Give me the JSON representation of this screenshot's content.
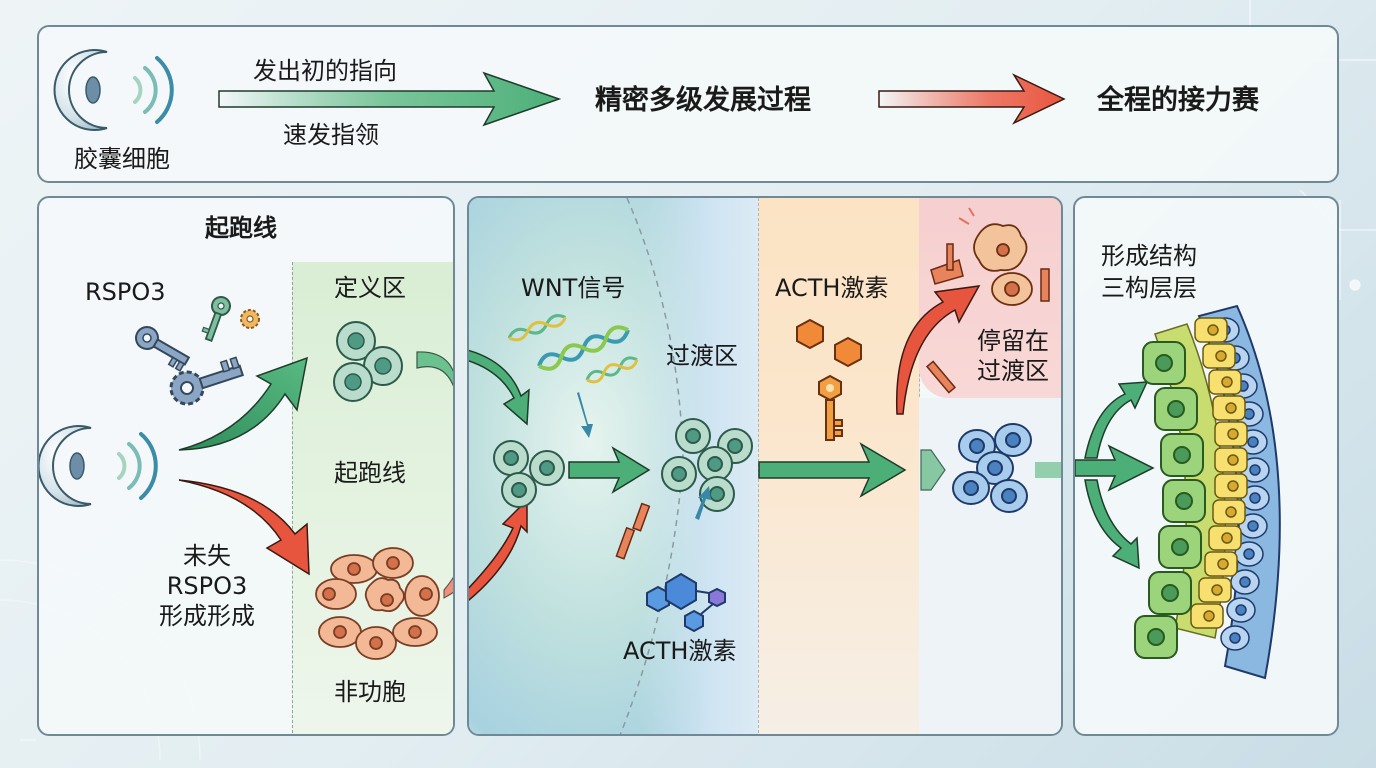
{
  "header": {
    "source_cell_label": "胶囊细胞",
    "arrow1_top_label": "发出初的指向",
    "arrow1_bottom_label": "速发指领",
    "stage2_label": "精密多级发展过程",
    "stage3_label": "全程的接力赛"
  },
  "panel_start": {
    "title": "起跑线",
    "signal_label": "RSPO3",
    "define_zone_label": "定义区",
    "start_line_label": "起跑线",
    "missing_label_line1": "未失",
    "missing_label_line2": "RSPO3",
    "missing_label_line3": "形成形成",
    "nonfunctional_label": "非功胞"
  },
  "panel_transition": {
    "wnt_label": "WNT信号",
    "transition_zone_label": "过渡区",
    "acth_bottom_label": "ACTH激素",
    "acth_top_label": "ACTH激素",
    "stuck_label_line1": "停留在",
    "stuck_label_line2": "过渡区"
  },
  "panel_structure": {
    "title_line1": "形成结构",
    "title_line2": "三构层层",
    "layers": [
      "green-layer",
      "yellow-layer",
      "blue-layer"
    ]
  },
  "colors": {
    "green_arrow": "#4caf78",
    "red_arrow": "#e8553f",
    "teal_cell": "#a8d4c4",
    "orange_cell": "#f2b48c",
    "blue_cell": "#8ab8e0",
    "define_zone_bg": "#dcefd8",
    "acth_zone_bg": "#fbe6c8",
    "stuck_zone_bg": "#f7d2d0",
    "panel_border": "#6f8a96"
  }
}
